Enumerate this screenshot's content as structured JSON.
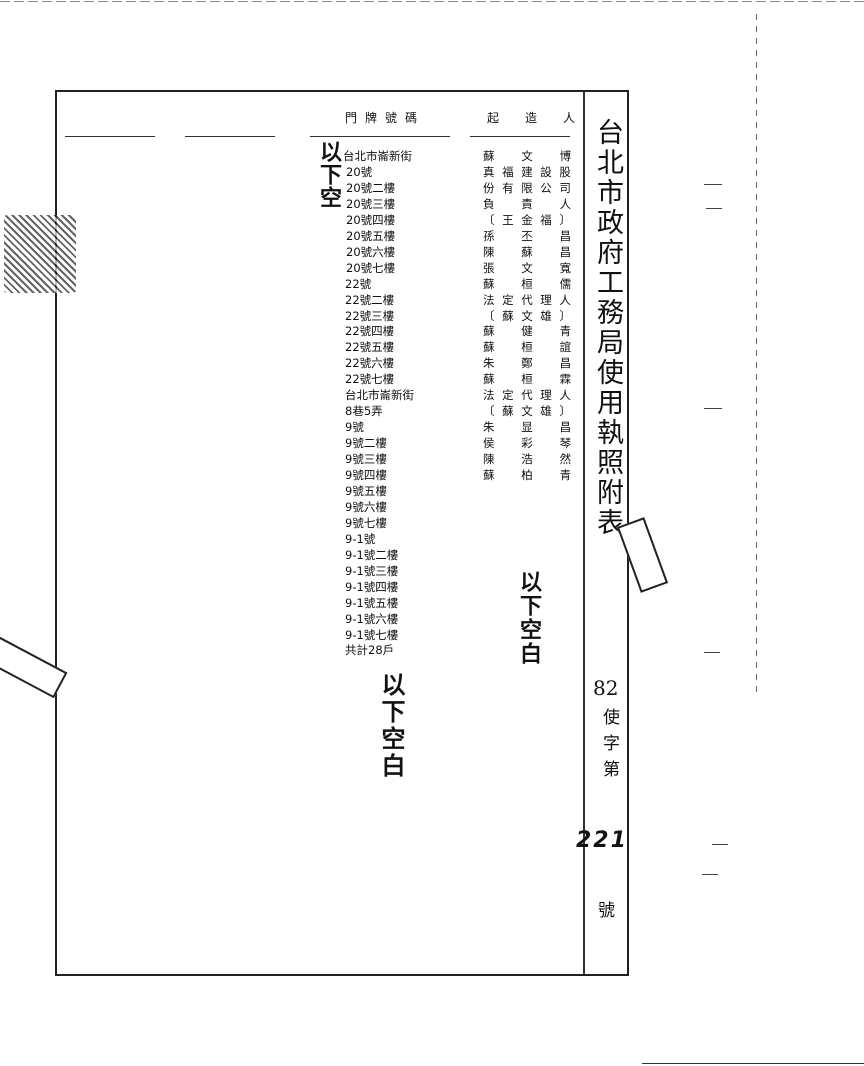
{
  "title": "台北市政府工務局使用執照附表",
  "license_no": {
    "year": "82",
    "prefix": "使字第",
    "number": "221",
    "suffix": "號"
  },
  "headers": {
    "address": "門牌號碼",
    "applicant": "起造人"
  },
  "address_lines": [
    "台北市崙新街",
    "20號",
    "20號二樓",
    "20號三樓",
    "20號四樓",
    "20號五樓",
    "20號六樓",
    "20號七樓",
    "22號",
    "22號二樓",
    "22號三樓",
    "22號四樓",
    "22號五樓",
    "22號六樓",
    "22號七樓",
    "台北市崙新街",
    "8巷5弄",
    "9號",
    "9號二樓",
    "9號三樓",
    "9號四樓",
    "9號五樓",
    "9號六樓",
    "9號七樓",
    "9-1號",
    "9-1號二樓",
    "9-1號三樓",
    "9-1號四樓",
    "9-1號五樓",
    "9-1號六樓",
    "9-1號七樓",
    "共計28戶"
  ],
  "owner_lines": [
    "蘇文博",
    "真福建設股",
    "份有限公司",
    "負責人",
    "〔王金福〕",
    "孫丕昌",
    "陳蘇昌",
    "張文寬",
    "蘇桓儒",
    "法定代理人",
    "〔蘇文雄〕",
    "蘇健青",
    "蘇桓誼",
    "朱鄭昌",
    "蘇桓霖",
    "法定代理人",
    "〔蘇文雄〕",
    "朱显昌",
    "侯彩琴",
    "陳浩然",
    "蘇柏青"
  ],
  "handwritten": {
    "blank_note": "以下空白",
    "blank_note_short": "以下空"
  }
}
